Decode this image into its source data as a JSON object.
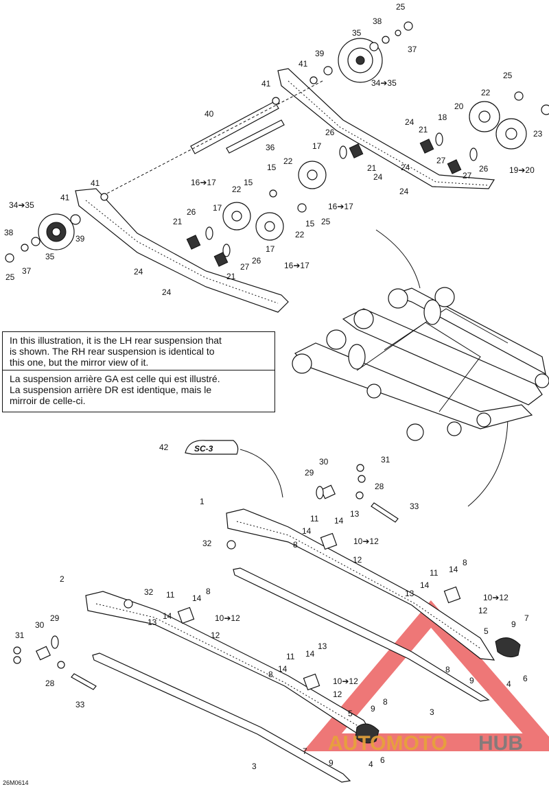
{
  "note": {
    "english": "In this illustration, it is the LH rear suspension that\nis shown. The RH rear suspension is identical to\nthis one, but the mirror view of it.",
    "french": "La suspension arrière GA est celle qui est illustré.\nLa suspension arrière DR est identique, mais le\nmirroir de celle-ci."
  },
  "document_code": "26M0614",
  "watermark": {
    "brand": "AUTOMOTO",
    "brand_suffix": "HUB",
    "colors": {
      "triangle": "#e84a4a",
      "brand": "#e7a33a",
      "suffix": "#7b7b7b"
    }
  },
  "decal_text": "SC-3",
  "callouts": [
    {
      "id": "c25a",
      "label": "25"
    },
    {
      "id": "c38a",
      "label": "38"
    },
    {
      "id": "c35a",
      "label": "35"
    },
    {
      "id": "c37a",
      "label": "37"
    },
    {
      "id": "c39a",
      "label": "39"
    },
    {
      "id": "c41a",
      "label": "41"
    },
    {
      "id": "c34a",
      "label": "34➔35"
    },
    {
      "id": "c41b",
      "label": "41"
    },
    {
      "id": "c40",
      "label": "40"
    },
    {
      "id": "c36",
      "label": "36"
    },
    {
      "id": "c25b",
      "label": "25"
    },
    {
      "id": "c22a",
      "label": "22"
    },
    {
      "id": "c20a",
      "label": "20"
    },
    {
      "id": "c18",
      "label": "18"
    },
    {
      "id": "c23",
      "label": "23"
    },
    {
      "id": "c24a",
      "label": "24"
    },
    {
      "id": "c21a",
      "label": "21"
    },
    {
      "id": "c26a",
      "label": "26"
    },
    {
      "id": "c17a",
      "label": "17"
    },
    {
      "id": "c27a",
      "label": "27"
    },
    {
      "id": "c21b",
      "label": "21"
    },
    {
      "id": "c27b",
      "label": "27"
    },
    {
      "id": "c26b",
      "label": "26"
    },
    {
      "id": "c19",
      "label": "19➔20"
    },
    {
      "id": "c24b",
      "label": "24"
    },
    {
      "id": "c24c",
      "label": "24"
    },
    {
      "id": "c24d",
      "label": "24"
    },
    {
      "id": "c22b",
      "label": "22"
    },
    {
      "id": "c15a",
      "label": "15"
    },
    {
      "id": "c16a",
      "label": "16➔17"
    },
    {
      "id": "c22c",
      "label": "22"
    },
    {
      "id": "c15b",
      "label": "15"
    },
    {
      "id": "c41c",
      "label": "41"
    },
    {
      "id": "c34b",
      "label": "34➔35"
    },
    {
      "id": "c41d",
      "label": "41"
    },
    {
      "id": "c16b",
      "label": "16➔17"
    },
    {
      "id": "c17b",
      "label": "17"
    },
    {
      "id": "c15c",
      "label": "15"
    },
    {
      "id": "c25c",
      "label": "25"
    },
    {
      "id": "c26c",
      "label": "26"
    },
    {
      "id": "c21c",
      "label": "21"
    },
    {
      "id": "c38b",
      "label": "38"
    },
    {
      "id": "c39b",
      "label": "39"
    },
    {
      "id": "c35b",
      "label": "35"
    },
    {
      "id": "c37b",
      "label": "37"
    },
    {
      "id": "c25d",
      "label": "25"
    },
    {
      "id": "c22d",
      "label": "22"
    },
    {
      "id": "c17c",
      "label": "17"
    },
    {
      "id": "c27c",
      "label": "27"
    },
    {
      "id": "c26d",
      "label": "26"
    },
    {
      "id": "c16c",
      "label": "16➔17"
    },
    {
      "id": "c24e",
      "label": "24"
    },
    {
      "id": "c21d",
      "label": "21"
    },
    {
      "id": "c24f",
      "label": "24"
    },
    {
      "id": "c42",
      "label": "42"
    },
    {
      "id": "c30a",
      "label": "30"
    },
    {
      "id": "c31a",
      "label": "31"
    },
    {
      "id": "c29a",
      "label": "29"
    },
    {
      "id": "c28a",
      "label": "28"
    },
    {
      "id": "c33a",
      "label": "33"
    },
    {
      "id": "c1",
      "label": "1"
    },
    {
      "id": "c11a",
      "label": "11"
    },
    {
      "id": "c14a",
      "label": "14"
    },
    {
      "id": "c13a",
      "label": "13"
    },
    {
      "id": "c14b",
      "label": "14"
    },
    {
      "id": "c8a",
      "label": "8"
    },
    {
      "id": "c10a",
      "label": "10➔12"
    },
    {
      "id": "c32a",
      "label": "32"
    },
    {
      "id": "c12a",
      "label": "12"
    },
    {
      "id": "c2",
      "label": "2"
    },
    {
      "id": "c32b",
      "label": "32"
    },
    {
      "id": "c11b",
      "label": "11"
    },
    {
      "id": "c14c",
      "label": "14"
    },
    {
      "id": "c8b",
      "label": "8"
    },
    {
      "id": "c11c",
      "label": "11"
    },
    {
      "id": "c14d",
      "label": "14"
    },
    {
      "id": "c8c",
      "label": "8"
    },
    {
      "id": "c13b",
      "label": "13"
    },
    {
      "id": "c14e",
      "label": "14"
    },
    {
      "id": "c10b",
      "label": "10➔12"
    },
    {
      "id": "c12b",
      "label": "12"
    },
    {
      "id": "c13c",
      "label": "13"
    },
    {
      "id": "c14f",
      "label": "14"
    },
    {
      "id": "c10c",
      "label": "10➔12"
    },
    {
      "id": "c12c",
      "label": "12"
    },
    {
      "id": "c29b",
      "label": "29"
    },
    {
      "id": "c30b",
      "label": "30"
    },
    {
      "id": "c31b",
      "label": "31"
    },
    {
      "id": "c28b",
      "label": "28"
    },
    {
      "id": "c5a",
      "label": "5"
    },
    {
      "id": "c9a",
      "label": "9"
    },
    {
      "id": "c7a",
      "label": "7"
    },
    {
      "id": "c8d",
      "label": "8"
    },
    {
      "id": "c9b",
      "label": "9"
    },
    {
      "id": "c6a",
      "label": "6"
    },
    {
      "id": "c4a",
      "label": "4"
    },
    {
      "id": "c11d",
      "label": "11"
    },
    {
      "id": "c14g",
      "label": "14"
    },
    {
      "id": "c13d",
      "label": "13"
    },
    {
      "id": "c14h",
      "label": "14"
    },
    {
      "id": "c8e",
      "label": "8"
    },
    {
      "id": "c10d",
      "label": "10➔12"
    },
    {
      "id": "c12d",
      "label": "12"
    },
    {
      "id": "c3a",
      "label": "3"
    },
    {
      "id": "c33b",
      "label": "33"
    },
    {
      "id": "c5b",
      "label": "5"
    },
    {
      "id": "c9c",
      "label": "9"
    },
    {
      "id": "c8f",
      "label": "8"
    },
    {
      "id": "c7b",
      "label": "7"
    },
    {
      "id": "c9d",
      "label": "9"
    },
    {
      "id": "c4b",
      "label": "4"
    },
    {
      "id": "c6b",
      "label": "6"
    },
    {
      "id": "c3b",
      "label": "3"
    }
  ]
}
